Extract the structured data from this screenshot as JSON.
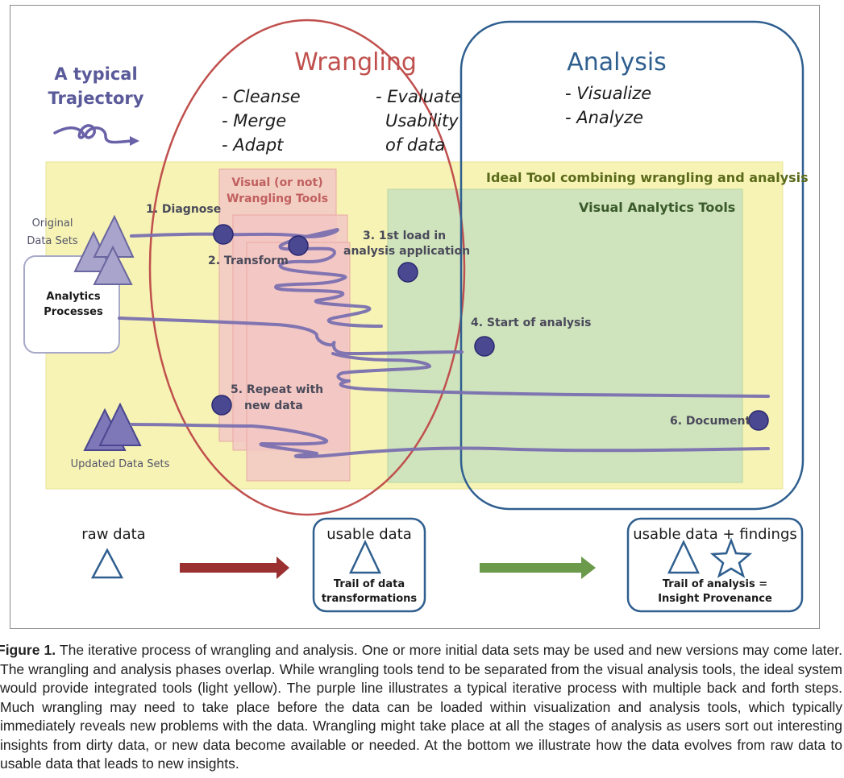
{
  "diagram": {
    "wrangling_title": "Wrangling",
    "analysis_title": "Analysis",
    "trajectory_line1": "A typical",
    "trajectory_line2": "Trajectory",
    "wrangling_items": [
      "- Cleanse",
      "- Merge",
      "- Adapt"
    ],
    "evaluate_lines": [
      "- Evaluate",
      "Usability",
      "of data"
    ],
    "analysis_items": [
      "- Visualize",
      "- Analyze"
    ],
    "ideal_tool_label": "Ideal Tool combining wrangling and analysis",
    "va_tools_label": "Visual Analytics Tools",
    "wrangling_tools_line1": "Visual  (or not)",
    "wrangling_tools_line2": "Wrangling Tools",
    "original_line1": "Original",
    "original_line2": "Data Sets",
    "processes_line1": "Analytics",
    "processes_line2": "Processes",
    "updated_label": "Updated Data Sets",
    "step1": "1. Diagnose",
    "step2": "2. Transform",
    "step3_line1": "3. 1st load in",
    "step3_line2": "analysis application",
    "step4": "4. Start of analysis",
    "step5_line1": "5. Repeat with",
    "step5_line2": "new data",
    "step6": "6. Document",
    "raw_data": "raw data",
    "usable_data": "usable data",
    "usable_findings": "usable data + findings",
    "trail_transform_line1": "Trail of data",
    "trail_transform_line2": "transformations",
    "trail_analysis_line1": "Trail of analysis =",
    "trail_analysis_line2": "Insight Provenance",
    "colors": {
      "wrangling": "#c0504d",
      "analysis": "#2f5f8f",
      "ideal_yellow": "#f6f3b4",
      "va_green": "#cfe3bd",
      "wrangling_pink": "#f2c7c4",
      "trajectory": "#7a70b0",
      "red_arrow": "#9a3030",
      "green_arrow": "#6a9a4a"
    },
    "icons": [
      "triangle-icon",
      "star-icon",
      "squiggle-arrow-icon",
      "arrow-right-icon"
    ]
  },
  "caption": {
    "label": "Figure 1.",
    "text": "The iterative process of wrangling and analysis. One or more initial data sets may be used and new versions may come later. The wrangling and analysis phases overlap. While wrangling tools tend to be separated from the visual analysis tools, the ideal system would provide integrated tools (light yellow). The purple line illustrates a typical iterative process with multiple back and forth steps. Much wrangling may need to take place before the data can be loaded within visualization and analysis tools, which typically immediately reveals new problems with the data. Wrangling might take place at all the stages of analysis as users sort out interesting insights from dirty data, or new data become available or needed. At the bottom we illustrate how the data evolves from raw data to usable data that leads to new insights."
  }
}
